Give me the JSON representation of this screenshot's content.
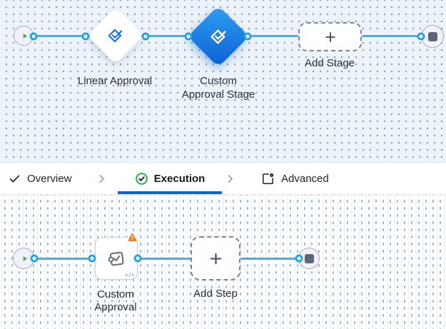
{
  "stage_canvas": {
    "linear_approval": {
      "label": "Linear Approval"
    },
    "custom_approval_stage": {
      "label_line1": "Custom",
      "label_line2": "Approval Stage",
      "selected": true
    },
    "add_stage": {
      "label": "Add Stage"
    }
  },
  "tab_bar": {
    "overview": {
      "label": "Overview"
    },
    "execution": {
      "label": "Execution",
      "active": true
    },
    "advanced": {
      "label": "Advanced"
    }
  },
  "step_canvas": {
    "custom_approval": {
      "label_line1": "Custom",
      "label_line2": "Approval",
      "code_glyph": "</>",
      "has_warning": true
    },
    "add_step": {
      "label": "Add Step"
    }
  },
  "icons": {
    "start": "play-icon",
    "end": "stop-square-icon",
    "approval_stage": "approval-stamp-check-icon",
    "add": "plus-icon",
    "overview": "check-icon",
    "execution": "check-circle-icon",
    "advanced": "frame-gear-icon",
    "separator": "chevron-right-icon",
    "warning": "warning-triangle-icon",
    "custom_approval_step": "puzzle-check-icon",
    "code": "code-icon"
  },
  "colors": {
    "edge_blue": "#41b1e8",
    "port_ring_blue": "#27a5e2",
    "selected_gradient_start": "#2f9ef2",
    "selected_gradient_end": "#0a61d3",
    "approval_icon_blue": "#1d6fe8",
    "active_tab_underline": "#0e67c5",
    "success_green": "#29b545",
    "play_green": "#4cae4f",
    "warning_orange": "#f47b20",
    "stage_canvas_bg": "#ecf4fa"
  }
}
